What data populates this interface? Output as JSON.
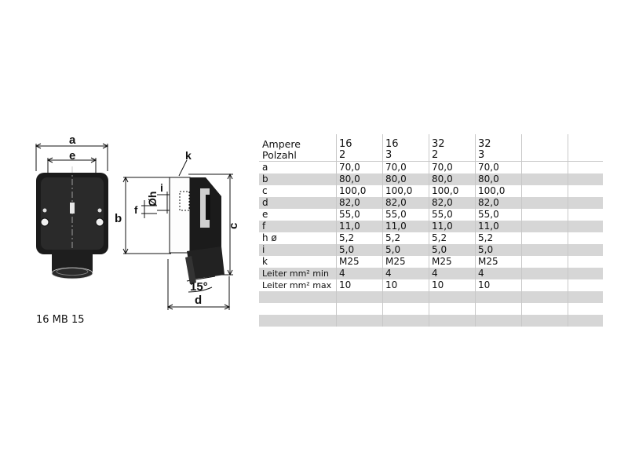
{
  "caption": "16 MB 15",
  "drawing": {
    "labels": {
      "a": "a",
      "e": "e",
      "b": "b",
      "k": "k",
      "oh": "Øh",
      "i": "i",
      "f": "f",
      "c": "c",
      "angle": "15°",
      "d": "d"
    }
  },
  "table": {
    "header": {
      "label_line1": "Ampere",
      "label_line2": "Polzahl",
      "columns": [
        {
          "line1": "16",
          "line2": "2"
        },
        {
          "line1": "16",
          "line2": "3"
        },
        {
          "line1": "32",
          "line2": "2"
        },
        {
          "line1": "32",
          "line2": "3"
        }
      ]
    },
    "rows": [
      {
        "label": "a",
        "values": [
          "70,0",
          "70,0",
          "70,0",
          "70,0"
        ]
      },
      {
        "label": "b",
        "values": [
          "80,0",
          "80,0",
          "80,0",
          "80,0"
        ]
      },
      {
        "label": "c",
        "values": [
          "100,0",
          "100,0",
          "100,0",
          "100,0"
        ]
      },
      {
        "label": "d",
        "values": [
          "82,0",
          "82,0",
          "82,0",
          "82,0"
        ]
      },
      {
        "label": "e",
        "values": [
          "55,0",
          "55,0",
          "55,0",
          "55,0"
        ]
      },
      {
        "label": "f",
        "values": [
          "11,0",
          "11,0",
          "11,0",
          "11,0"
        ]
      },
      {
        "label": "h ø",
        "values": [
          "5,2",
          "5,2",
          "5,2",
          "5,2"
        ]
      },
      {
        "label": "i",
        "values": [
          "5,0",
          "5,0",
          "5,0",
          "5,0"
        ]
      },
      {
        "label": "k",
        "values": [
          "M25",
          "M25",
          "M25",
          "M25"
        ]
      },
      {
        "label": "Leiter mm² min",
        "values": [
          "4",
          "4",
          "4",
          "4"
        ]
      },
      {
        "label": "Leiter mm² max",
        "values": [
          "10",
          "10",
          "10",
          "10"
        ]
      },
      {
        "label": "",
        "values": [
          "",
          "",
          "",
          ""
        ]
      },
      {
        "label": "",
        "values": [
          "",
          "",
          "",
          ""
        ]
      },
      {
        "label": "",
        "values": [
          "",
          "",
          "",
          ""
        ]
      }
    ]
  }
}
